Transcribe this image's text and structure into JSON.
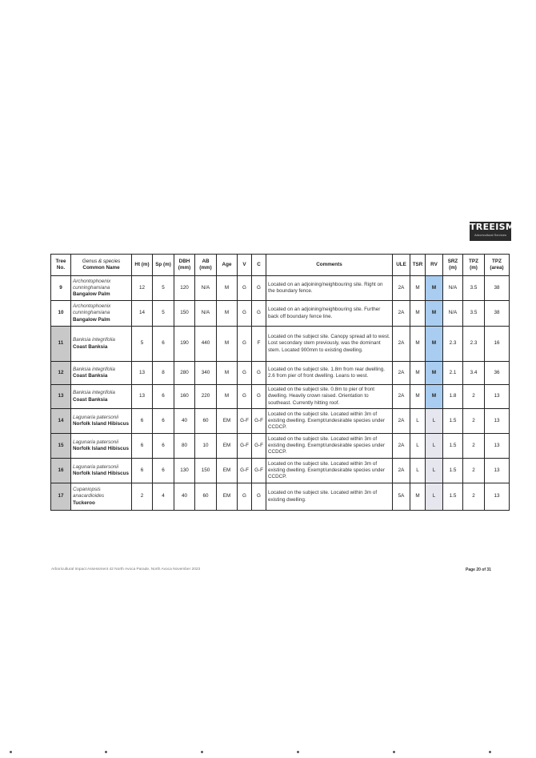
{
  "logo": {
    "title": "TREEISM",
    "subtitle": "Arboricultural Services"
  },
  "headers": {
    "tree_no": "Tree No.",
    "genus": "Genus & species",
    "common": "Common Name",
    "ht": "Ht (m)",
    "sp": "Sp (m)",
    "dbh": "DBH (mm)",
    "ab": "AB (mm)",
    "age": "Age",
    "v": "V",
    "c": "C",
    "comments": "Comments",
    "ule": "ULE",
    "tsr": "TSR",
    "rv": "RV",
    "srz": "SRZ (m)",
    "tpz": "TPZ (m)",
    "tpz_area": "TPZ (area)"
  },
  "rows": [
    {
      "no": "9",
      "genus": "Archontophoenix cunninghamiana",
      "common": "Bangalow Palm",
      "ht": "12",
      "sp": "5",
      "dbh": "120",
      "ab": "N/A",
      "age": "M",
      "v": "G",
      "c": "G",
      "comments": "Located on an adjoining/neighbouring site. Right on the boundary fence.",
      "ule": "2A",
      "tsr": "M",
      "rv": "M",
      "srz": "N/A",
      "tpz": "3.5",
      "tpz_area": "38"
    },
    {
      "no": "10",
      "genus": "Archontophoenix cunninghamiana",
      "common": "Bangalow Palm",
      "ht": "14",
      "sp": "5",
      "dbh": "150",
      "ab": "N/A",
      "age": "M",
      "v": "G",
      "c": "G",
      "comments": "Located on an adjoining/neighbouring site. Further back off boundary fence line.",
      "ule": "2A",
      "tsr": "M",
      "rv": "M",
      "srz": "N/A",
      "tpz": "3.5",
      "tpz_area": "38"
    },
    {
      "no": "11",
      "genus": "Banksia integrifolia",
      "common": "Coast Banksia",
      "ht": "5",
      "sp": "6",
      "dbh": "190",
      "ab": "440",
      "age": "M",
      "v": "G",
      "c": "F",
      "comments": "Located on the subject site. Canopy spread all to west. Lost secondary stem previously, was the dominant stem. Located 900mm to existing dwelling.",
      "ule": "2A",
      "tsr": "M",
      "rv": "M",
      "srz": "2.3",
      "tpz": "2.3",
      "tpz_area": "16"
    },
    {
      "no": "12",
      "genus": "Banksia integrifolia",
      "common": "Coast Banksia",
      "ht": "13",
      "sp": "8",
      "dbh": "280",
      "ab": "340",
      "age": "M",
      "v": "G",
      "c": "G",
      "comments": "Located on the subject site. 1.8m from rear dwelling. 2.6 from pier of front dwelling. Leans to west.",
      "ule": "2A",
      "tsr": "M",
      "rv": "M",
      "srz": "2.1",
      "tpz": "3.4",
      "tpz_area": "36"
    },
    {
      "no": "13",
      "genus": "Banksia integrifolia",
      "common": "Coast Banksia",
      "ht": "13",
      "sp": "6",
      "dbh": "160",
      "ab": "220",
      "age": "M",
      "v": "G",
      "c": "G",
      "comments": "Located on the subject site. 0.8m to pier of front dwelling. Heavily crown raised. Orientation to southeast. Currently hitting roof.",
      "ule": "2A",
      "tsr": "M",
      "rv": "M",
      "srz": "1.8",
      "tpz": "2",
      "tpz_area": "13"
    },
    {
      "no": "14",
      "genus": "Lagunaria patersonii",
      "common": "Norfolk Island Hibiscus",
      "ht": "6",
      "sp": "6",
      "dbh": "40",
      "ab": "60",
      "age": "EM",
      "v": "G-F",
      "c": "G-F",
      "comments": "Located on the subject site. Located within 3m of existing dwelling. Exempt/undesirable species under CCDCP.",
      "ule": "2A",
      "tsr": "L",
      "rv": "L",
      "srz": "1.5",
      "tpz": "2",
      "tpz_area": "13"
    },
    {
      "no": "15",
      "genus": "Lagunaria patersonii",
      "common": "Norfolk Island Hibiscus",
      "ht": "6",
      "sp": "6",
      "dbh": "80",
      "ab": "10",
      "age": "EM",
      "v": "G-F",
      "c": "G-F",
      "comments": "Located on the subject site. Located within 3m of existing dwelling. Exempt/undesirable species under CCDCP.",
      "ule": "2A",
      "tsr": "L",
      "rv": "L",
      "srz": "1.5",
      "tpz": "2",
      "tpz_area": "13"
    },
    {
      "no": "16",
      "genus": "Lagunaria patersonii",
      "common": "Norfolk Island Hibiscus",
      "ht": "6",
      "sp": "6",
      "dbh": "130",
      "ab": "150",
      "age": "EM",
      "v": "G-F",
      "c": "G-F",
      "comments": "Located on the subject site. Located within 3m of existing dwelling. Exempt/undesirable species under CCDCP.",
      "ule": "2A",
      "tsr": "L",
      "rv": "L",
      "srz": "1.5",
      "tpz": "2",
      "tpz_area": "13"
    },
    {
      "no": "17",
      "genus": "Cupaniopsis anacardioides",
      "common": "Tuckeroo",
      "ht": "2",
      "sp": "4",
      "dbh": "40",
      "ab": "60",
      "age": "EM",
      "v": "G",
      "c": "G",
      "comments": "Located on the subject site. Located within 3m of existing dwelling.",
      "ule": "5A",
      "tsr": "M",
      "rv": "L",
      "srz": "1.5",
      "tpz": "2",
      "tpz_area": "13"
    }
  ],
  "footer": {
    "left": "Arboricultural Impact Assessment 42 North Avoca Parade, North Avoca November 2023",
    "right": "Page 20 of 31"
  },
  "colors": {
    "rv_moderate": "#a9cdf0",
    "rv_low": "#e6e6ee",
    "tree_no_shade": "#c8c8c8"
  }
}
